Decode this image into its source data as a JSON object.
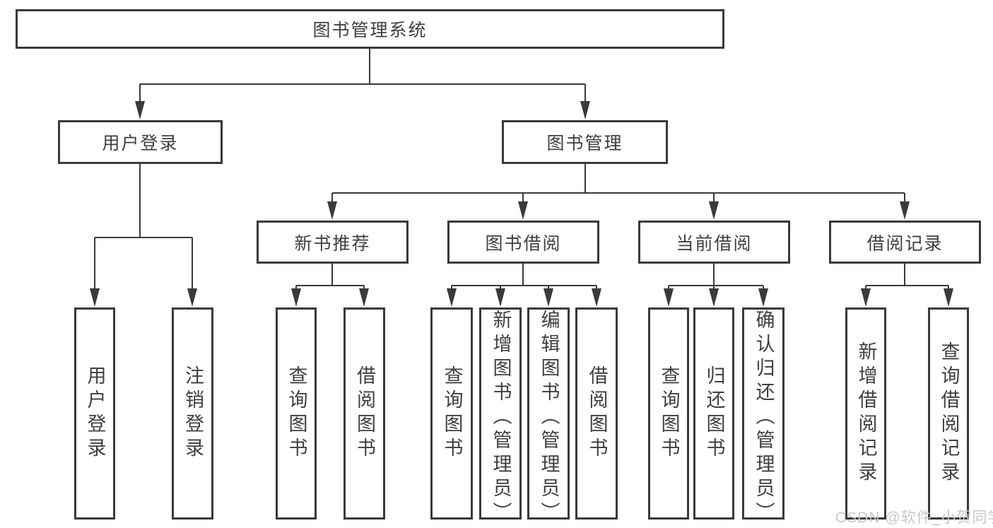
{
  "diagram_title": "图书管理系统",
  "colors": {
    "line": "#3a3a3a",
    "text": "#3f3f3f",
    "watermark": "#c8c8c8"
  },
  "tree": {
    "root": {
      "label": "图书管理系统",
      "children": [
        {
          "label": "用户登录",
          "children": [
            {
              "label": "用户登录"
            },
            {
              "label": "注销登录"
            }
          ]
        },
        {
          "label": "图书管理",
          "children": [
            {
              "label": "新书推荐",
              "children": [
                {
                  "label": "查询图书"
                },
                {
                  "label": "借阅图书"
                }
              ]
            },
            {
              "label": "图书借阅",
              "children": [
                {
                  "label": "查询图书"
                },
                {
                  "label": "新增图书（管理员）"
                },
                {
                  "label": "编辑图书（管理员）"
                },
                {
                  "label": "借阅图书"
                }
              ]
            },
            {
              "label": "当前借阅",
              "children": [
                {
                  "label": "查询图书"
                },
                {
                  "label": "归还图书"
                },
                {
                  "label": "确认归还（管理员）"
                }
              ]
            },
            {
              "label": "借阅记录",
              "children": [
                {
                  "label": "新增借阅记录"
                },
                {
                  "label": "查询借阅记录"
                }
              ]
            }
          ]
        }
      ]
    }
  },
  "watermark": "CSDN @软件_小贺同学"
}
